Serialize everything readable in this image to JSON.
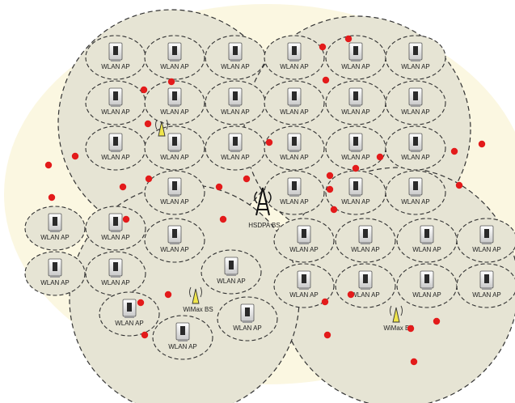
{
  "labels": {
    "ap": "WLAN AP",
    "hsdpa": "HSDPA BS",
    "wimax": "WiMax BS"
  },
  "colors": {
    "macro_cell_fill": "#e6e4d4",
    "background_wash": "#fbf7e1",
    "ue_dot": "#e31b1b",
    "wimax_antenna": "#f0e64a",
    "dashed_border": "#333333"
  },
  "icons": {
    "access_point": "wlan-ap-icon",
    "hsdpa_tower": "cell-tower-icon",
    "wimax_antenna": "wimax-antenna-icon",
    "user": "user-device-dot"
  }
}
